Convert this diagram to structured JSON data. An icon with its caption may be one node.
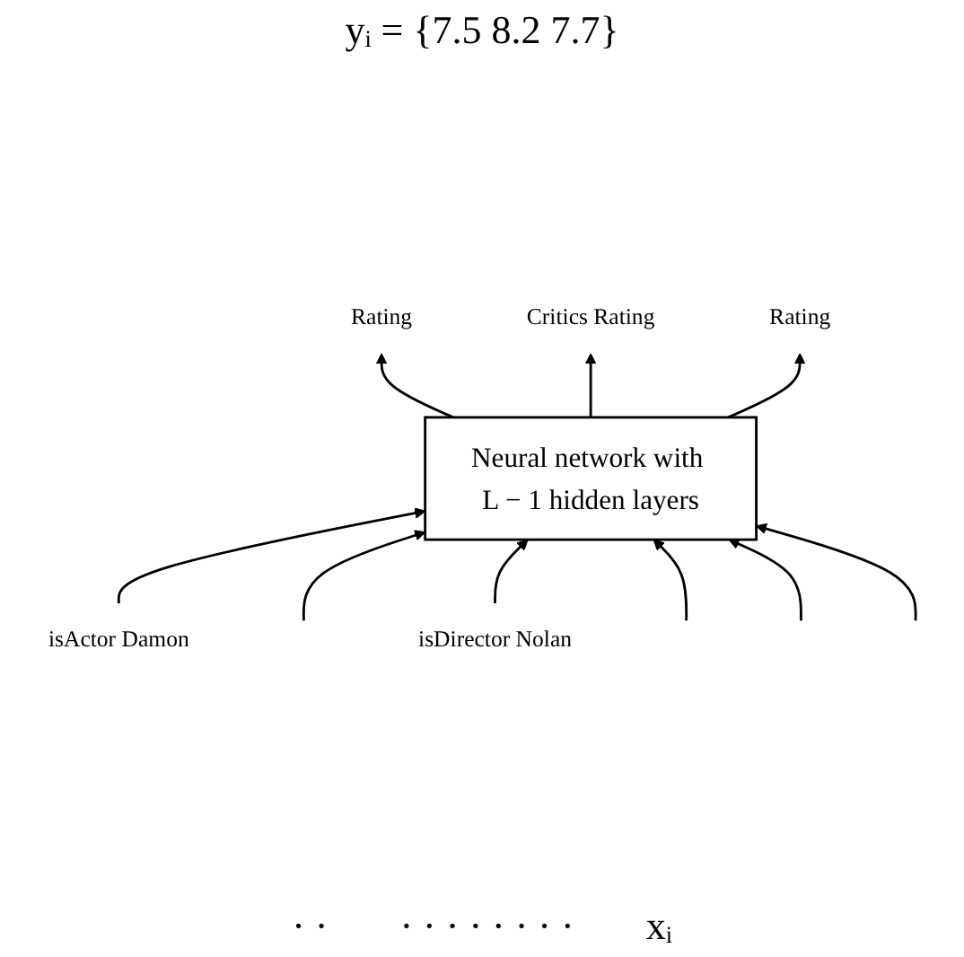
{
  "diagram": {
    "nodes": [
      {
        "text": [
          "Rating"
        ]
      },
      {
        "text": [
          "Critics Rating"
        ]
      },
      {
        "text": [
          "Rating"
        ]
      },
      {
        "text": [
          "Neural network with L − 1 hidden layers"
        ]
      },
      {
        "text": [
          "isActor Damon"
        ]
      },
      {
        "text": [
          "isDirector Nolan"
        ]
      }
    ],
    "edges": [
      {
        "from": 3,
        "to": 0,
        "arrow": "to"
      },
      {
        "from": 3,
        "to": 1,
        "arrow": "to"
      },
      {
        "from": 3,
        "to": 2,
        "arrow": "to"
      },
      {
        "from": 4,
        "to": 3,
        "arrow": "to"
      },
      {
        "from": null,
        "to": 3,
        "arrow": "to"
      },
      {
        "from": 5,
        "to": 3,
        "arrow": "to"
      },
      {
        "from": null,
        "to": 3,
        "arrow": "to"
      },
      {
        "from": null,
        "to": 3,
        "arrow": "to"
      },
      {
        "from": null,
        "to": 3,
        "arrow": "to"
      }
    ],
    "labels": [
      "yᵢ = {7.5 8.2 7.7}",
      "· ·",
      "· · · · · · · ·",
      "xᵢ"
    ]
  }
}
